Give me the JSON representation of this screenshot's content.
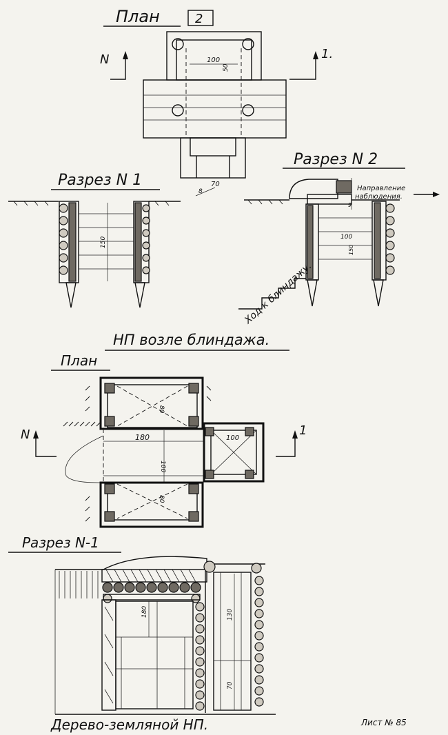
{
  "top_section": {
    "plan_title": "План",
    "plan_number": "2",
    "section_mark_left": "N",
    "section_mark_right": "1.",
    "section1_title": "Разрез N 1",
    "section2_title": "Разрез N 2",
    "view_direction_1": "Направление",
    "view_direction_2": "наблюдения.",
    "passage_label": "Ход к блиндажу.",
    "dims": {
      "width": "100",
      "depth": "50",
      "entrance": "70",
      "small": "8",
      "height": "150",
      "slot": "9"
    }
  },
  "titles": {
    "middle": "НП возле блиндажа."
  },
  "middle_plan": {
    "title": "План",
    "section_mark_left": "N",
    "section_mark_right": "1",
    "dims": {
      "side": "80",
      "length": "180",
      "width": "100",
      "cell": "100"
    }
  },
  "bottom_section": {
    "title": "Разрез N-1",
    "caption": "Дерево-земляной НП.",
    "sheet_label": "Лист № 85",
    "dims": {
      "chamber": "180",
      "cell_upper": "130",
      "cell_lower": "70"
    }
  }
}
